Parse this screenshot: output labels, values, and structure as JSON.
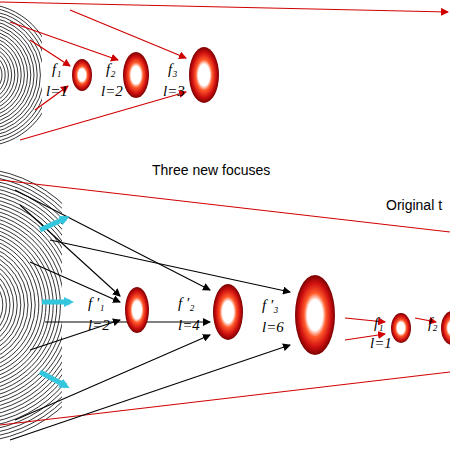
{
  "diagram": {
    "labels": [
      "f₁",
      "l=1",
      "f₂",
      "l=2",
      "f₃",
      "l=3",
      "Three new focuses",
      "Original t",
      "f ′₁",
      "l=2",
      "f ′₂",
      "l=4",
      "f ′₃",
      "l=6",
      "f₁",
      "l=1",
      "f₂"
    ]
  }
}
